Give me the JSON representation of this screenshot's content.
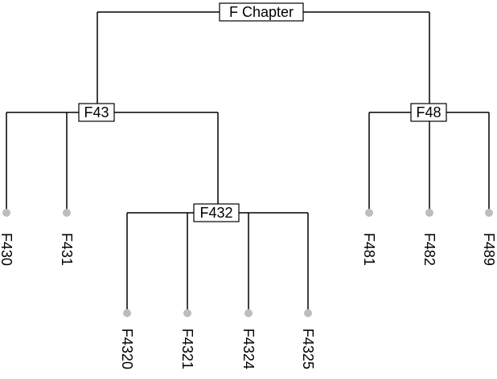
{
  "tree": {
    "root": {
      "label": "F Chapter",
      "children": [
        {
          "label": "F43",
          "children": [
            {
              "label": "F430"
            },
            {
              "label": "F431"
            },
            {
              "label": "F432",
              "children": [
                {
                  "label": "F4320"
                },
                {
                  "label": "F4321"
                },
                {
                  "label": "F4324"
                },
                {
                  "label": "F4325"
                }
              ]
            }
          ]
        },
        {
          "label": "F48",
          "children": [
            {
              "label": "F481"
            },
            {
              "label": "F482"
            },
            {
              "label": "F489"
            }
          ]
        }
      ]
    }
  },
  "colors": {
    "edge": "#000000",
    "leaf_dot": "#bdbdbd",
    "box_fill": "#ffffff"
  }
}
